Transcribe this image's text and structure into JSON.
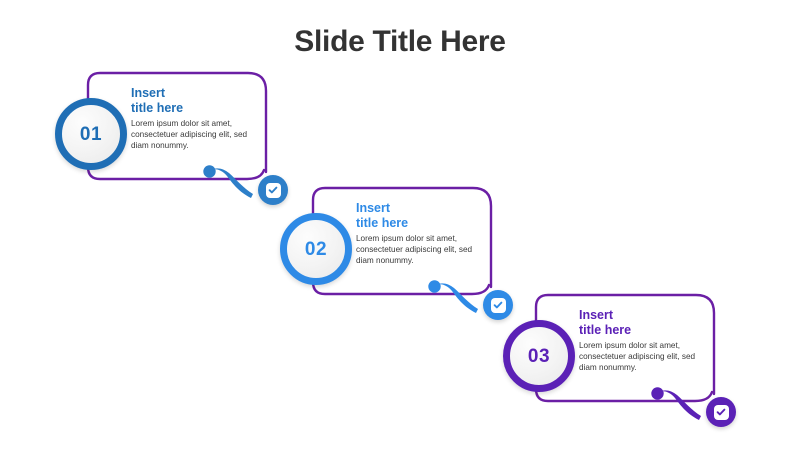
{
  "slide": {
    "title": "Slide Title Here",
    "background": "#ffffff",
    "title_color": "#333333"
  },
  "steps": [
    {
      "number": "01",
      "title": "Insert\ntitle here",
      "body": "Lorem ipsum dolor sit amet, consectetuer adipiscing elit, sed diam nonummy.",
      "accent": "#1f6eb5",
      "frame_color": "#6b1fa5",
      "badge_color": "#2d7fc9",
      "badge_icon": "check-icon"
    },
    {
      "number": "02",
      "title": "Insert\ntitle here",
      "body": "Lorem ipsum dolor sit amet, consectetuer adipiscing elit, sed diam nonummy.",
      "accent": "#2e8ae6",
      "frame_color": "#6b1fa5",
      "badge_color": "#2e8ae6",
      "badge_icon": "check-icon"
    },
    {
      "number": "03",
      "title": "Insert\ntitle here",
      "body": "Lorem ipsum dolor sit amet, consectetuer adipiscing elit, sed diam nonummy.",
      "accent": "#5b21b6",
      "frame_color": "#6b1fa5",
      "badge_color": "#5b21b6",
      "badge_icon": "check-icon"
    }
  ]
}
